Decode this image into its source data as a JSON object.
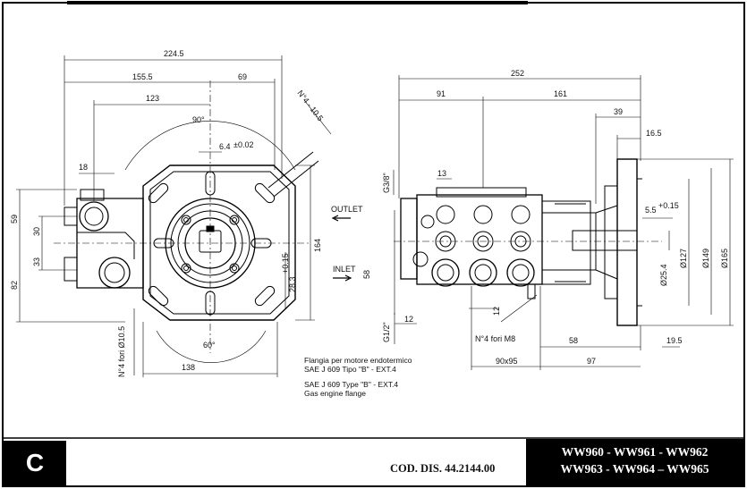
{
  "sheet": {
    "letter": "C",
    "code": "COD. DIS. 44.2144.00",
    "models_line1": "WW960 - WW961 - WW962",
    "models_line2": "WW963 - WW964 – WW965"
  },
  "notes": {
    "it_1": "Flangia per motore endotermico",
    "it_2": "SAE J 609 Tipo \"B\" - EXT.4",
    "en_1": "SAE J 609 Type \"B\" - EXT.4",
    "en_2": "Gas engine flange"
  },
  "labels": {
    "outlet": "OUTLET",
    "inlet": "INLET"
  },
  "front_view": {
    "dim_224": "224.5",
    "dim_155": "155.5",
    "dim_69": "69",
    "dim_123": "123",
    "dim_90deg": "90°",
    "dim_64": "6.4",
    "dim_64_tol": "±0.02",
    "dim_holes": "N°4 - 10.5",
    "dim_18": "18",
    "dim_59": "59",
    "dim_30": "30",
    "dim_33": "33",
    "dim_82": "82",
    "dim_283": "28.3",
    "dim_283_tol": "+0.15",
    "dim_164": "164",
    "dim_60deg": "60°",
    "dim_138": "138",
    "dim_holes2": "N°4 fori Ø10.5"
  },
  "side_view": {
    "dim_252": "252",
    "dim_91": "91",
    "dim_161": "161",
    "dim_39": "39",
    "dim_165": "16.5",
    "dim_13": "13",
    "dim_g38": "G3/8\"",
    "dim_55": "5.5",
    "dim_55_tol": "+0.15",
    "dim_58": "58",
    "dim_12a": "12",
    "dim_12b": "12",
    "dim_g12": "G1/2\"",
    "dim_holesM8": "N°4 fori M8",
    "dim_58b": "58",
    "dim_195": "19.5",
    "dim_90x95": "90x95",
    "dim_97": "97",
    "dim_d127": "Ø127",
    "dim_d149": "Ø149",
    "dim_d165": "Ø165",
    "dim_d254": "Ø25.4"
  }
}
